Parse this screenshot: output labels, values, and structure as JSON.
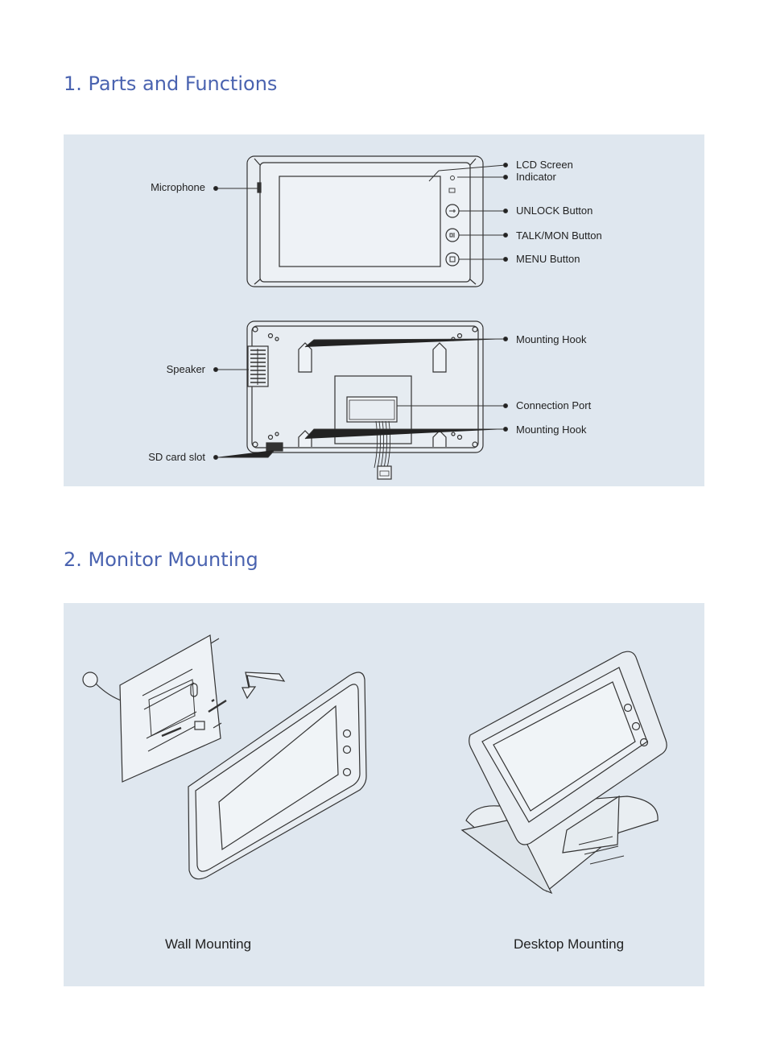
{
  "section1": {
    "title": "1. Parts and Functions",
    "front_labels": {
      "lcd": "LCD Screen",
      "indicator": "Indicator",
      "microphone": "Microphone",
      "unlock": "UNLOCK Button",
      "talk": "TALK/MON Button",
      "menu": "MENU Button"
    },
    "back_labels": {
      "hook_top": "Mounting Hook",
      "speaker": "Speaker",
      "port": "Connection Port",
      "hook_bottom": "Mounting Hook",
      "sd": "SD card slot"
    }
  },
  "section2": {
    "title": "2. Monitor Mounting",
    "wall_caption": "Wall Mounting",
    "desktop_caption": "Desktop Mounting"
  },
  "colors": {
    "heading": "#4a63b0",
    "panel": "#dfe7ef",
    "line": "#333333"
  }
}
